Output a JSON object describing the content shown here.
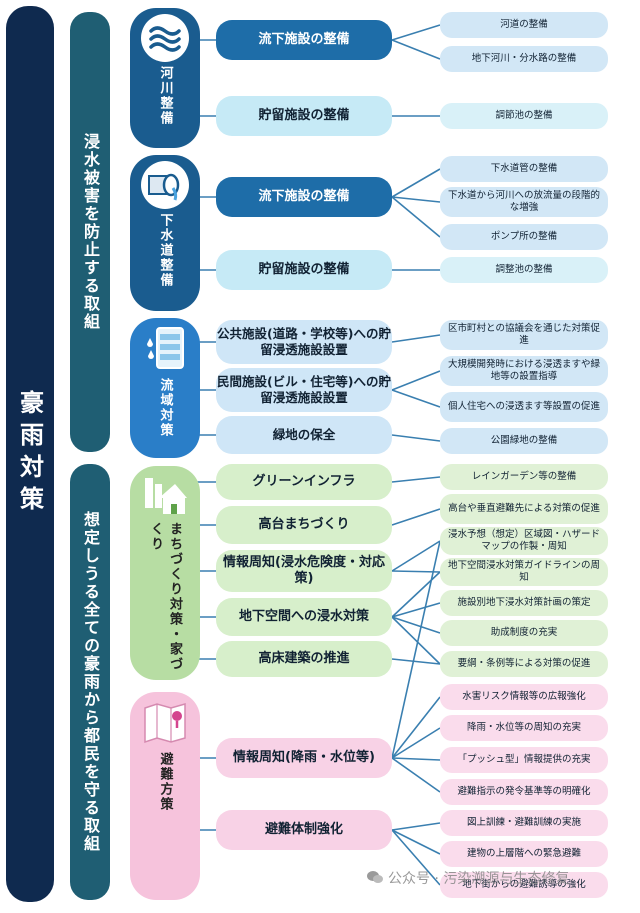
{
  "main_title": "豪雨対策",
  "groups": [
    {
      "label": "浸水被害を防止する取組"
    },
    {
      "label": "想定しうる全ての豪雨から都民を守る取組"
    }
  ],
  "categories": [
    {
      "label": "河川整備",
      "icon": "river-wave-icon"
    },
    {
      "label": "下水道整備",
      "icon": "sewer-pipe-icon"
    },
    {
      "label": "流域対策",
      "icon": "rain-storage-tank-icon"
    },
    {
      "label": "まちづくり対策・家づくり",
      "icon": "house-city-icon"
    },
    {
      "label": "避難方策",
      "icon": "evacuation-map-icon"
    }
  ],
  "measures": [
    "流下施設の整備",
    "貯留施設の整備",
    "流下施設の整備",
    "貯留施設の整備",
    "公共施設(道路・学校等)への貯留浸透施設設置",
    "民間施設(ビル・住宅等)への貯留浸透施設設置",
    "緑地の保全",
    "グリーンインフラ",
    "高台まちづくり",
    "情報周知(浸水危険度・対応策)",
    "地下空間への浸水対策",
    "高床建築の推進",
    "情報周知(降雨・水位等)",
    "避難体制強化"
  ],
  "items": [
    "河道の整備",
    "地下河川・分水路の整備",
    "調節池の整備",
    "下水道管の整備",
    "下水道から河川への放流量の段階的な増強",
    "ポンプ所の整備",
    "調整池の整備",
    "区市町村との協議会を通じた対策促進",
    "大規模開発時における浸透ますや緑地等の設置指導",
    "個人住宅への浸透ます等設置の促進",
    "公園緑地の整備",
    "レインガーデン等の整備",
    "高台や垂直避難先による対策の促進",
    "浸水予想（想定）区域図・ハザードマップの作製・周知",
    "地下空間浸水対策ガイドラインの周知",
    "施設別地下浸水対策計画の策定",
    "助成制度の充実",
    "要綱・条例等による対策の促進",
    "水害リスク情報等の広報強化",
    "降雨・水位等の周知の充実",
    "「プッシュ型」情報提供の充実",
    "避難指示の発令基準等の明確化",
    "図上訓練・避難訓練の実施",
    "建物の上層階への緊急避難",
    "地下街からの避難誘導の強化"
  ],
  "watermark": "公众号 · 污染溯源与生态修复",
  "colors": {
    "main": "#0f2a4f",
    "group": "#1f5e73",
    "sewer_river": "#1a5c8f",
    "basin": "#2a7ec8",
    "town": "#b7dda3",
    "evacuation": "#f6c3dc",
    "connector": "#3a7fb0"
  }
}
